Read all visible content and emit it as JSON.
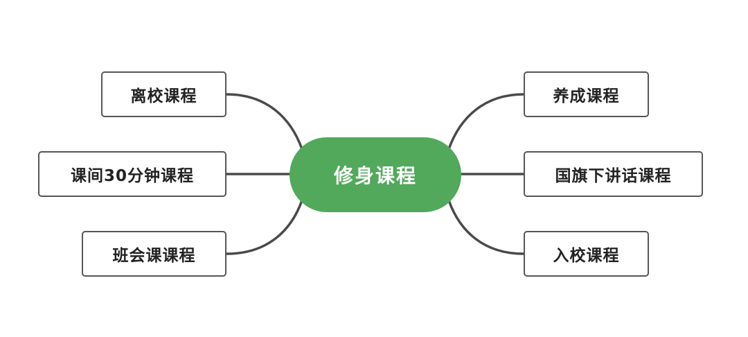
{
  "central": {
    "label": "修身课程"
  },
  "branches_left": [
    {
      "label": "离校课程"
    },
    {
      "label": "课间30分钟课程"
    },
    {
      "label": "班会课课程"
    }
  ],
  "branches_right": [
    {
      "label": "养成课程"
    },
    {
      "label": "国旗下讲话课程"
    },
    {
      "label": "入校课程"
    }
  ],
  "colors": {
    "central_fill": "#52a95c",
    "connector": "#4a4a4a",
    "node_border": "#555555"
  }
}
